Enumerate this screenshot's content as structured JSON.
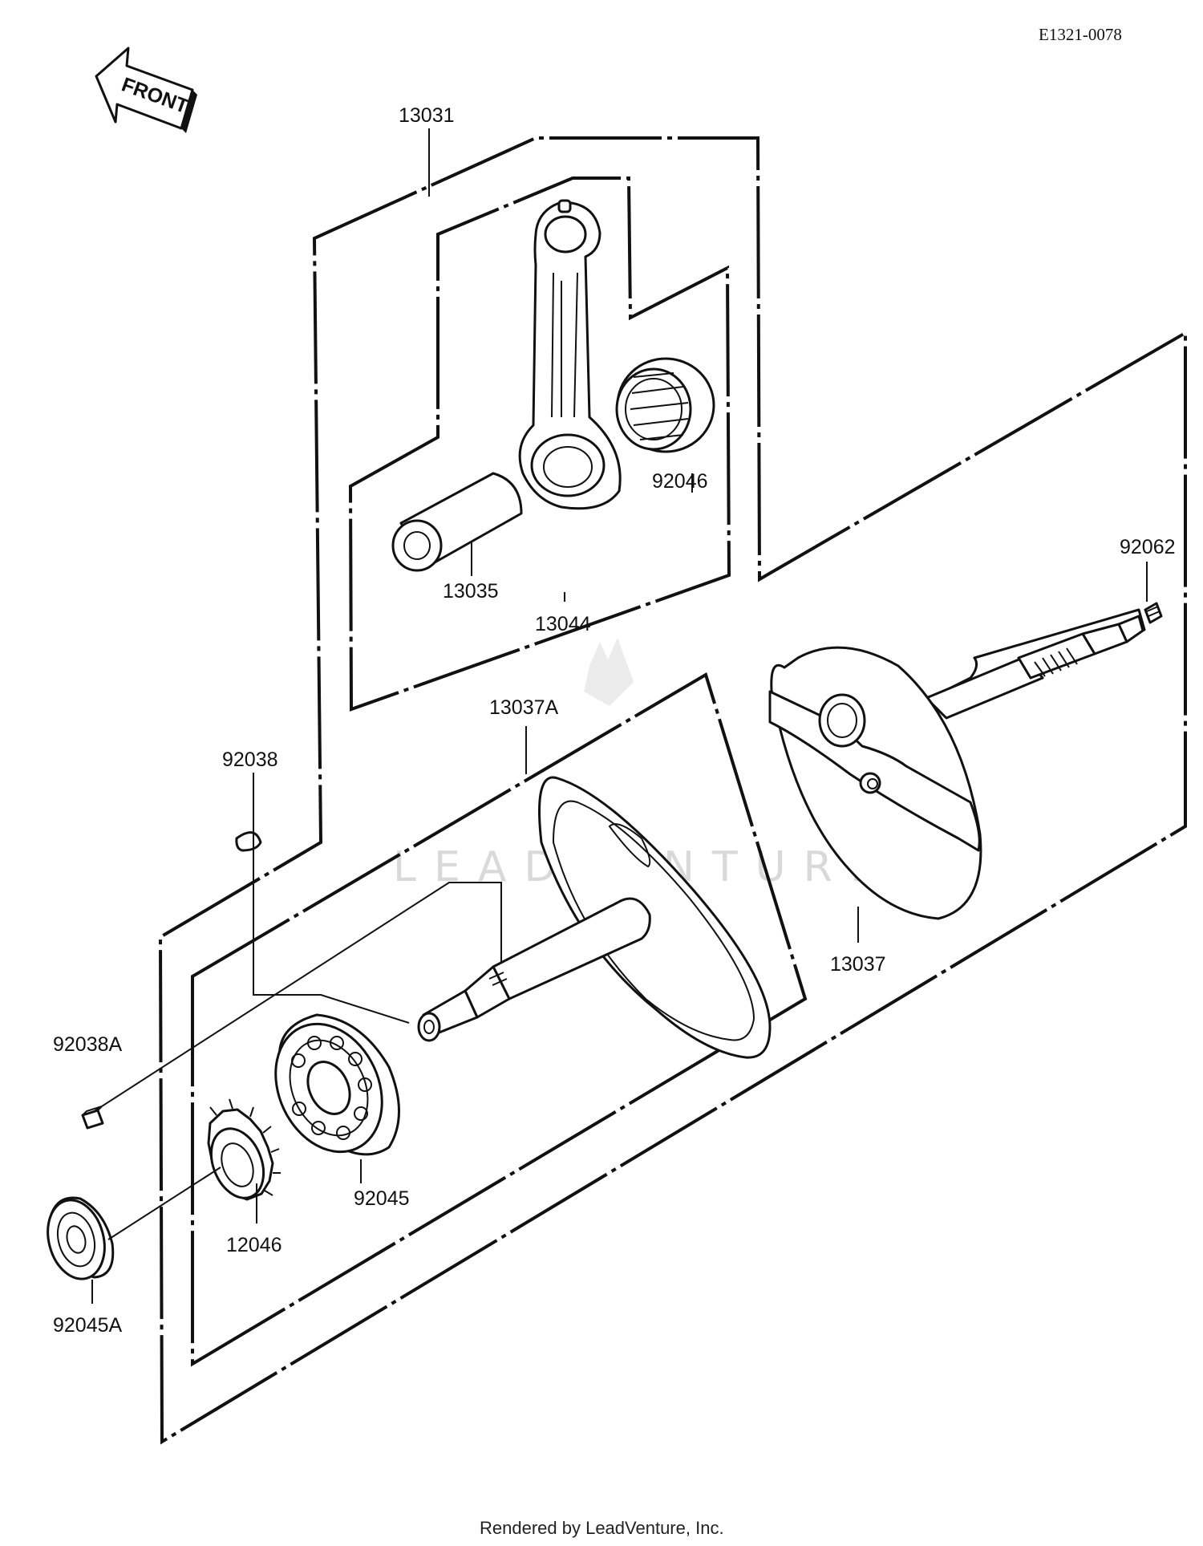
{
  "reference_code": "E1321-0078",
  "front_arrow_label": "FRONT",
  "watermark": "LEADVENTURE",
  "footer": "Rendered by LeadVenture, Inc.",
  "parts": {
    "p13031": "13031",
    "p13044": "13044",
    "p13035": "13035",
    "p92046": "92046",
    "p92062": "92062",
    "p13037A": "13037A",
    "p92038": "92038",
    "p13037": "13037",
    "p92038A": "92038A",
    "p92045": "92045",
    "p12046": "12046",
    "p92045A": "92045A"
  }
}
